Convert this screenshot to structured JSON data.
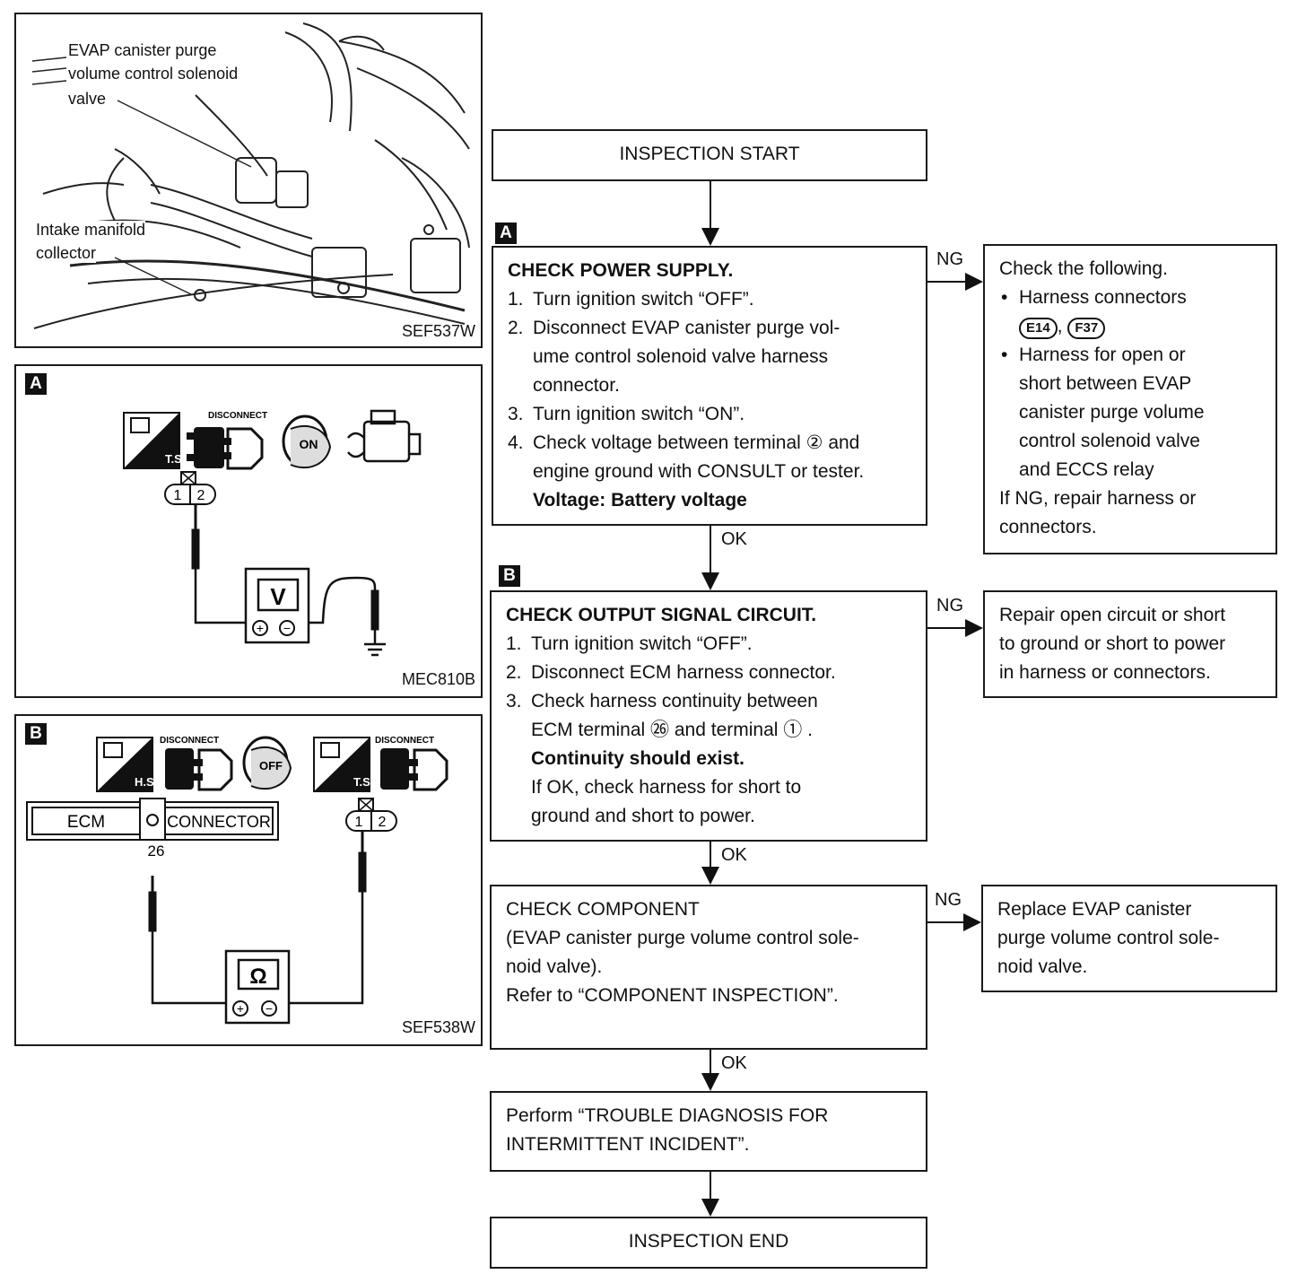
{
  "figures": {
    "engine_photo": {
      "callout_1": "EVAP canister purge",
      "callout_2": "volume control solenoid",
      "callout_3": "valve",
      "callout_4": "Intake manifold",
      "callout_5": "collector",
      "ref_code": "SEF537W"
    },
    "fig_a": {
      "tag": "A",
      "icon_ts": "T.S.",
      "icon_disconnect": "DISCONNECT",
      "icon_key": "ON",
      "pins": [
        "1",
        "2"
      ],
      "meter": "V",
      "ref_code": "MEC810B"
    },
    "fig_b": {
      "tag": "B",
      "icon_hs": "H.S.",
      "icon_disconnect": "DISCONNECT",
      "icon_key": "OFF",
      "icon_ts": "T.S.",
      "icon_disconnect_2": "DISCONNECT",
      "ecm_label": "ECM",
      "connector_label": "CONNECTOR",
      "terminal": "26",
      "pins": [
        "1",
        "2"
      ],
      "meter": "Ω",
      "ref_code": "SEF538W"
    }
  },
  "flowchart": {
    "start": "INSPECTION START",
    "step_a": {
      "tag": "A",
      "title": "CHECK POWER SUPPLY.",
      "items": [
        {
          "num": "1.",
          "text": "Turn ignition switch “OFF”."
        },
        {
          "num": "2.",
          "text": "Disconnect EVAP canister purge vol-",
          "cont": "ume control solenoid valve harness",
          "cont2": "connector."
        },
        {
          "num": "3.",
          "text": "Turn ignition switch “ON”."
        },
        {
          "num": "4.",
          "text": "Check voltage between terminal ② and",
          "cont": "engine ground with CONSULT or tester."
        }
      ],
      "spec": "Voltage: Battery voltage",
      "ng_label": "NG",
      "ok_label": "OK"
    },
    "ng_a": {
      "line1": "Check the following.",
      "bullet1": "Harness connectors",
      "conn1": "E14",
      "conn_sep": ",",
      "conn2": "F37",
      "bullet2_l1": "Harness for open or",
      "bullet2_l2": "short between EVAP",
      "bullet2_l3": "canister purge volume",
      "bullet2_l4": "control solenoid valve",
      "bullet2_l5": "and ECCS relay",
      "foot1": "If NG, repair harness or",
      "foot2": "connectors."
    },
    "step_b": {
      "tag": "B",
      "title": "CHECK OUTPUT SIGNAL CIRCUIT.",
      "items": [
        {
          "num": "1.",
          "text": "Turn ignition switch “OFF”."
        },
        {
          "num": "2.",
          "text": "Disconnect ECM harness connector."
        },
        {
          "num": "3.",
          "text": "Check harness continuity between",
          "cont": "ECM terminal ㉖ and terminal ① ."
        }
      ],
      "spec": "Continuity should exist.",
      "note1": "If OK, check harness for short to",
      "note2": "ground and short to power.",
      "ng_label": "NG",
      "ok_label": "OK"
    },
    "ng_b": {
      "line1": "Repair open circuit or short",
      "line2": "to ground or short to power",
      "line3": "in harness or connectors."
    },
    "step_c": {
      "line1": "CHECK COMPONENT",
      "line2": "(EVAP canister purge volume control sole-",
      "line3": "noid valve).",
      "line4": "Refer to “COMPONENT INSPECTION”.",
      "ng_label": "NG",
      "ok_label": "OK"
    },
    "ng_c": {
      "line1": "Replace EVAP canister",
      "line2": "purge volume control sole-",
      "line3": "noid valve."
    },
    "step_d": {
      "line1": "Perform “TROUBLE DIAGNOSIS FOR",
      "line2": "INTERMITTENT INCIDENT”."
    },
    "end": "INSPECTION END"
  }
}
